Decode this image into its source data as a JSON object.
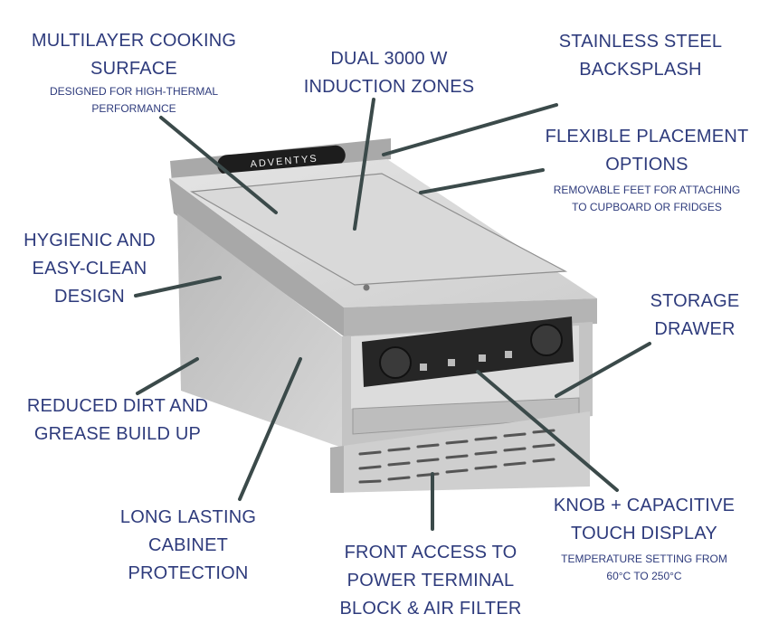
{
  "brand_logo": "ADVENTYS",
  "colors": {
    "text": "#2e3b7c",
    "leader": "#3b4a4a",
    "steel": "#c9c9c9"
  },
  "callouts": {
    "cooking_surface": {
      "title": [
        "MULTILAYER COOKING",
        "SURFACE"
      ],
      "sub": [
        "DESIGNED FOR HIGH-THERMAL",
        "PERFORMANCE"
      ]
    },
    "induction": {
      "title": [
        "DUAL 3000 W",
        "INDUCTION ZONES"
      ]
    },
    "backsplash": {
      "title": [
        "STAINLESS STEEL",
        "BACKSPLASH"
      ]
    },
    "placement": {
      "title": [
        "FLEXIBLE PLACEMENT",
        "OPTIONS"
      ],
      "sub": [
        "REMOVABLE FEET FOR ATTACHING",
        "TO CUPBOARD OR FRIDGES"
      ]
    },
    "hygienic": {
      "title": [
        "HYGIENIC AND",
        "EASY-CLEAN",
        "DESIGN"
      ]
    },
    "drawer": {
      "title": [
        "STORAGE",
        "DRAWER"
      ]
    },
    "dirt": {
      "title": [
        "REDUCED DIRT AND",
        "GREASE BUILD UP"
      ]
    },
    "knob": {
      "title": [
        "KNOB + CAPACITIVE",
        "TOUCH DISPLAY"
      ],
      "sub": [
        "TEMPERATURE SETTING FROM",
        "60°C TO 250°C"
      ]
    },
    "cabinet": {
      "title": [
        "LONG LASTING",
        "CABINET",
        "PROTECTION"
      ]
    },
    "front_access": {
      "title": [
        "FRONT ACCESS TO",
        "POWER TERMINAL",
        "BLOCK & AIR FILTER"
      ]
    }
  }
}
